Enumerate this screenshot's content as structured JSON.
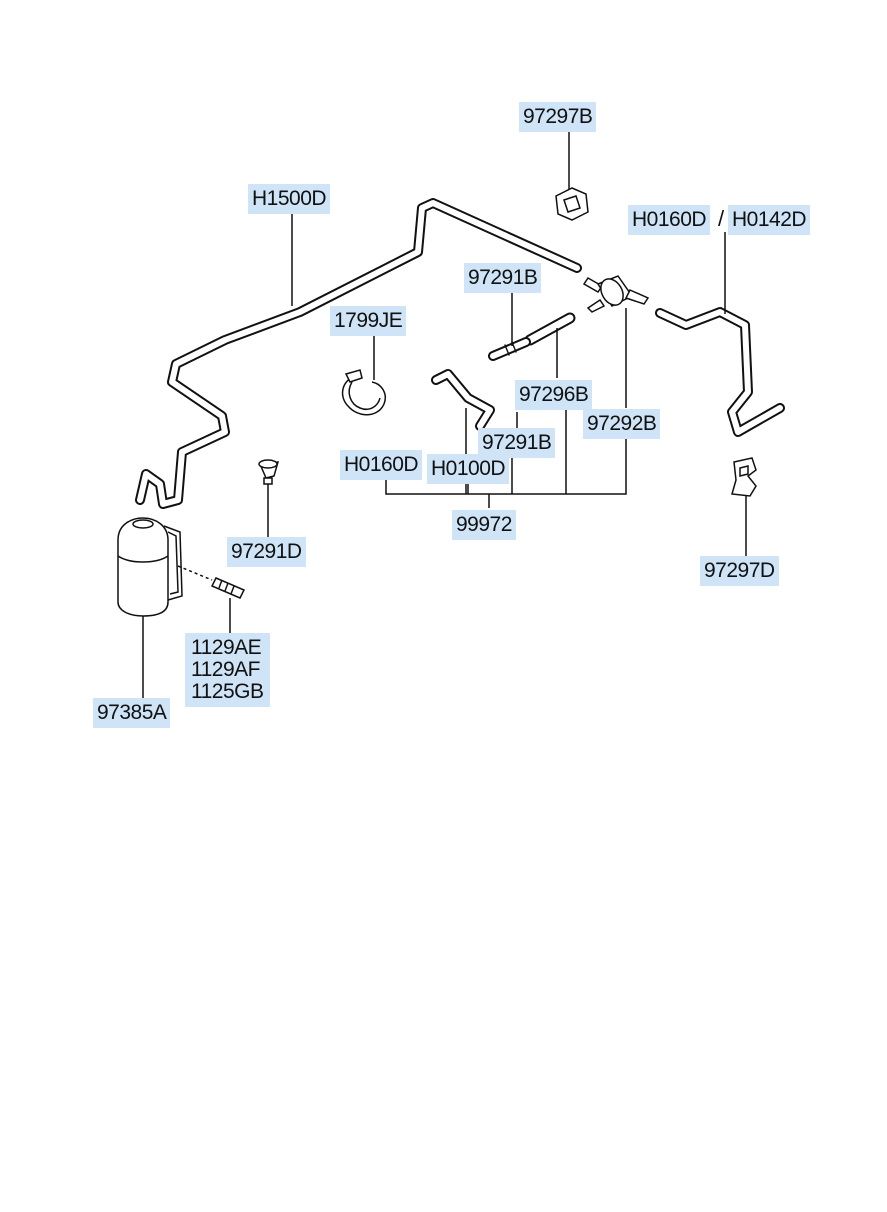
{
  "labels": {
    "p97297B": "97297B",
    "pH1500D": "H1500D",
    "pH0160D_top": "H0160D",
    "pH0142D": "H0142D",
    "p97291B_top": "97291B",
    "p1799JE": "1799JE",
    "p97296B": "97296B",
    "p97291B_mid": "97291B",
    "p97292B": "97292B",
    "pH0160D_mid": "H0160D",
    "pH0100D": "H0100D",
    "p99972": "99972",
    "p97291D": "97291D",
    "p97297D": "97297D",
    "p1129AE": "1129AE",
    "p1129AF": "1129AF",
    "p1125GB": "1125GB",
    "p97385A": "97385A"
  },
  "separator": "/",
  "colors": {
    "label_bg": "#cfe4f7",
    "line": "#111111"
  }
}
